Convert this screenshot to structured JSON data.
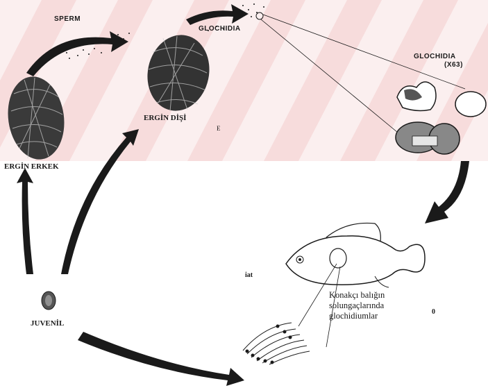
{
  "labels": {
    "sperm": "SPERM",
    "glochidia_top": "GLOCHIDIA",
    "glochidia_zoom": "GLOCHIDIA",
    "magnification": "(X63)",
    "adult_male": "ERGİN ERKEK",
    "adult_female": "ERGİN DİŞİ",
    "juvenile": "JUVENİL",
    "host_caption_line1": "Konakçı balığın",
    "host_caption_line2": "solungaçlarında",
    "host_caption_line3": "glochidiumlar",
    "fragment_e": "E",
    "fragment_at": "iat",
    "fragment_o": "0"
  },
  "colors": {
    "watermark": "#f7dcdc",
    "ink": "#1a1a1a"
  },
  "icons": [
    "mussel-shell-male",
    "mussel-shell-female",
    "glochidia-cluster",
    "host-fish",
    "fish-gill",
    "juvenile-mussel",
    "cycle-arrow"
  ]
}
